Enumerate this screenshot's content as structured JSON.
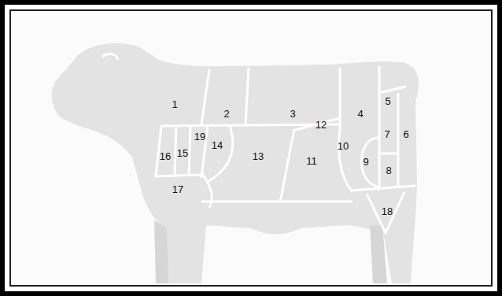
{
  "diagram": {
    "labels": [
      "1",
      "2",
      "3",
      "12",
      "4",
      "5",
      "19",
      "14",
      "10",
      "7",
      "6",
      "16",
      "15",
      "13",
      "11",
      "9",
      "8",
      "17",
      "18"
    ]
  }
}
